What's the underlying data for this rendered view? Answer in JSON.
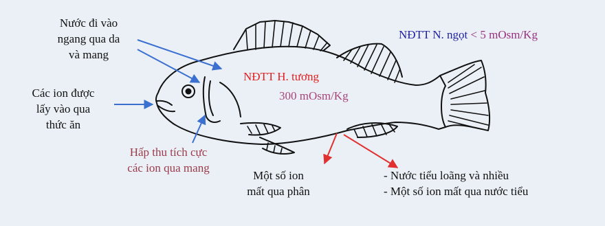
{
  "labels": {
    "water_in": [
      "Nước đi vào",
      "ngang qua da",
      "và mang"
    ],
    "ions_food": [
      "Các ion được",
      "lấy vào qua",
      "thức ăn"
    ],
    "active_uptake": [
      "Hấp thu tích cực",
      "các ion qua mang"
    ],
    "plasma_title": "NĐTT H. tương",
    "plasma_value": "300 mOsm/Kg",
    "freshwater_name": "NĐTT N. ngọt",
    "freshwater_value": "< 5 mOsm/Kg",
    "feces_ions": [
      "Một số ion",
      "mất qua phân"
    ],
    "urine": [
      "- Nước tiểu loãng và nhiều",
      "- Một số ion mất qua nước tiểu"
    ]
  },
  "colors": {
    "black_text": "#111111",
    "plasma_red": "#e02020",
    "plasma_magenta": "#a8447a",
    "freshwater_blue": "#1f1fa0",
    "freshwater_magenta": "#9a2f7d",
    "active_uptake": "#9a3b4a",
    "arrow_blue": "#3b6fd0",
    "arrow_red": "#e03030"
  }
}
